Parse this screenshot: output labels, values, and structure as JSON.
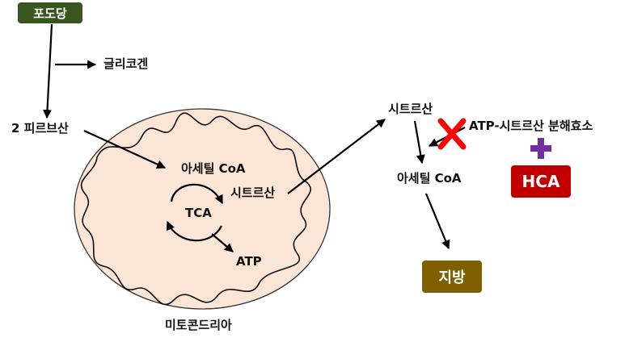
{
  "colors": {
    "glucose_box": "#38561d",
    "fat_box": "#7f6000",
    "hca_box": "#c00000",
    "mito_fill": "#fbe5d6",
    "cross_red": "#ff0000",
    "plus_purple": "#7030a0"
  },
  "nodes": {
    "glucose": "포도당",
    "glycogen": "글리코겐",
    "pyruvate": "2 피르브산",
    "acetyl_coa_inside": "아세틸 CoA",
    "citrate_inside": "시트르산",
    "tca": "TCA",
    "atp": "ATP",
    "mitochondria": "미토콘드리아",
    "citrate_outside": "시트르산",
    "atp_citrate_lyase": "ATP-시트르산 분해효소",
    "acetyl_coa_outside": "아세틸 CoA",
    "fat": "지방",
    "hca": "HCA"
  },
  "icons": {
    "inhibition": "red-x-icon",
    "plus": "purple-plus-icon"
  }
}
